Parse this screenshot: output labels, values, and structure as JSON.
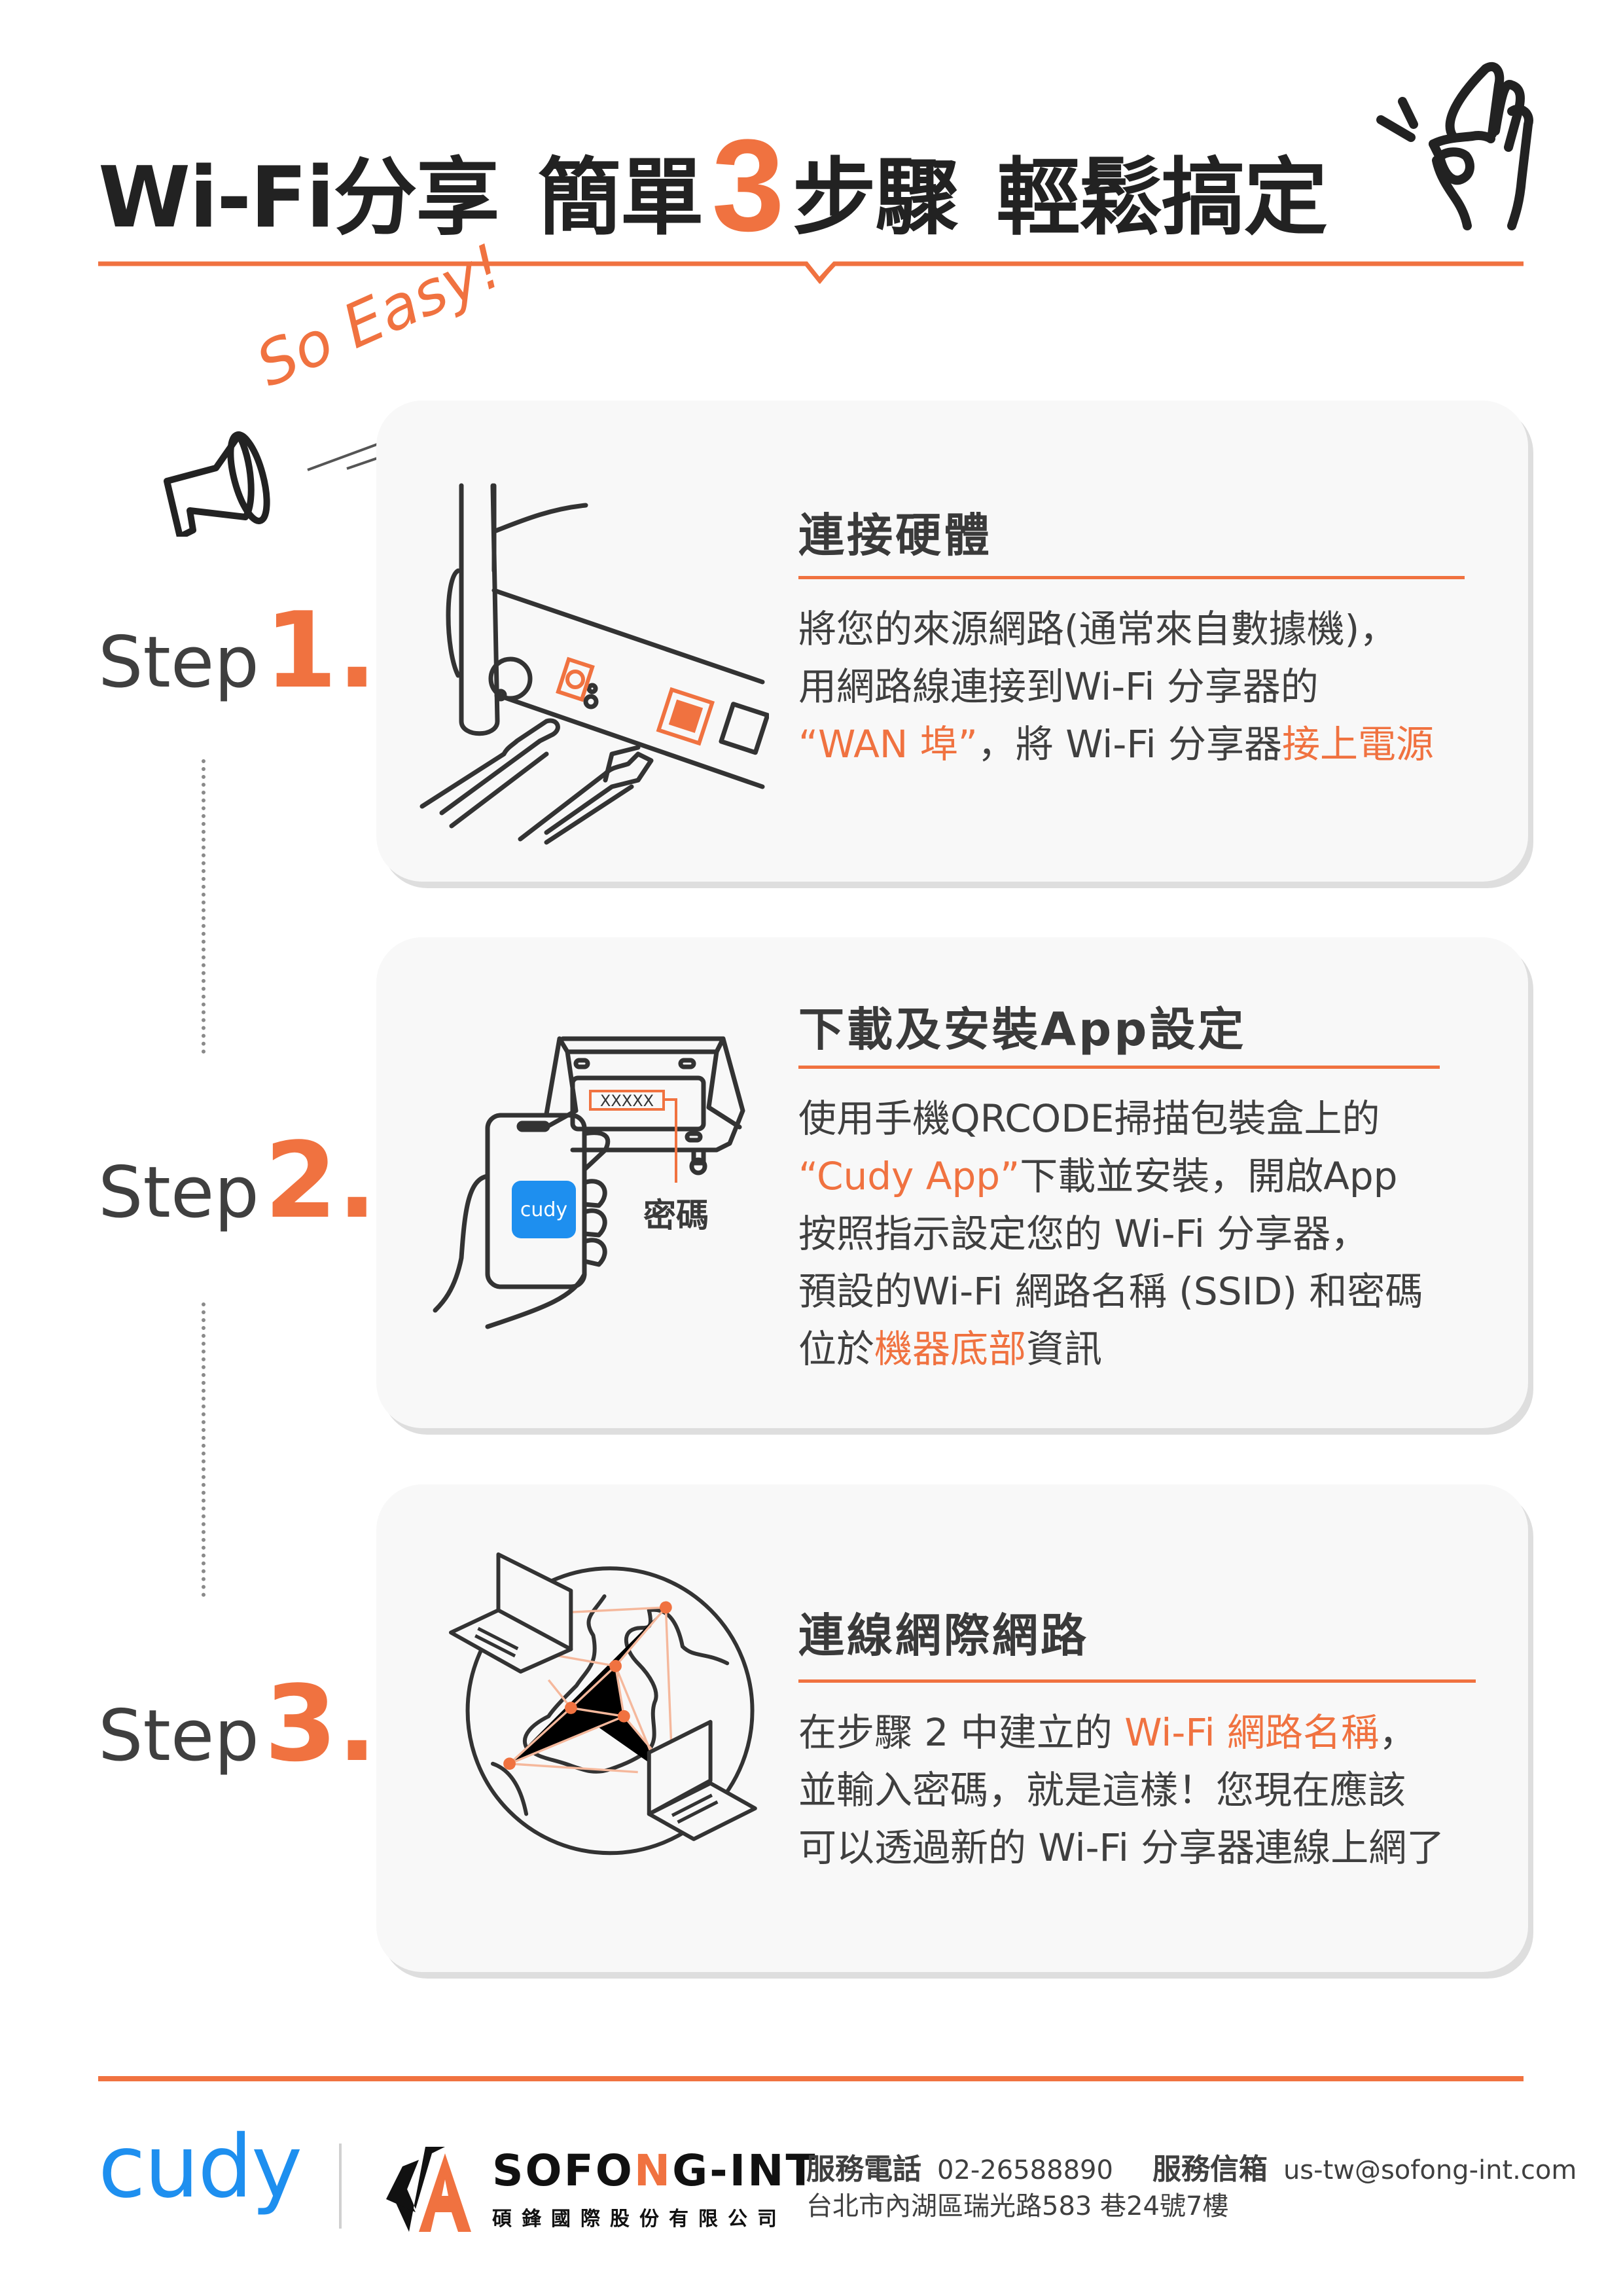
{
  "header": {
    "title_part1": "Wi-Fi分享",
    "title_part2": "簡單",
    "title_number": "3",
    "title_part3": "步驟",
    "title_part4": "輕鬆搞定",
    "icon": "ok-hand-icon"
  },
  "tagline": {
    "text": "So Easy!",
    "icon": "megaphone-icon"
  },
  "steps": [
    {
      "label_word": "Step",
      "label_number": "1.",
      "title": "連接硬體",
      "illustration": "router-ports-cables",
      "body": [
        [
          {
            "t": "將您的來源網路(通常來自數據機)，",
            "hl": false
          }
        ],
        [
          {
            "t": "用網路線連接到Wi-Fi 分享器的",
            "hl": false
          }
        ],
        [
          {
            "t": "“WAN 埠”",
            "hl": true
          },
          {
            "t": "，將 Wi-Fi 分享器",
            "hl": false
          },
          {
            "t": "接上電源",
            "hl": true
          }
        ]
      ]
    },
    {
      "label_word": "Step",
      "label_number": "2.",
      "title": "下載及安裝App設定",
      "illustration": "phone-cudy-app-router-bottom",
      "illustration_label_code": "XXXXX",
      "illustration_label_caption": "密碼",
      "phone_app_text": "cudy",
      "body": [
        [
          {
            "t": "使用手機QRCODE掃描包裝盒上的",
            "hl": false
          }
        ],
        [
          {
            "t": "“Cudy App”",
            "hl": true
          },
          {
            "t": "下載並安裝，開啟App",
            "hl": false
          }
        ],
        [
          {
            "t": "按照指示設定您的 Wi-Fi 分享器，",
            "hl": false
          }
        ],
        [
          {
            "t": "預設的Wi-Fi 網路名稱 (SSID) 和密碼",
            "hl": false
          }
        ],
        [
          {
            "t": "位於",
            "hl": false
          },
          {
            "t": "機器底部",
            "hl": true
          },
          {
            "t": "資訊",
            "hl": false
          }
        ]
      ]
    },
    {
      "label_word": "Step",
      "label_number": "3.",
      "title": "連線網際網路",
      "illustration": "globe-network-laptops",
      "body": [
        [
          {
            "t": "在步驟 2 中建立的 ",
            "hl": false
          },
          {
            "t": "Wi-Fi 網路名稱",
            "hl": true
          },
          {
            "t": "，",
            "hl": false
          }
        ],
        [
          {
            "t": "並輸入密碼，就是這樣！您現在應該",
            "hl": false
          }
        ],
        [
          {
            "t": "可以透過新的 Wi-Fi 分享器連線上網了",
            "hl": false
          }
        ]
      ]
    }
  ],
  "footer": {
    "cudy_logo": "cudy",
    "company_name_en_pre": "SOFO",
    "company_name_en_n": "N",
    "company_name_en_post": "G-INT",
    "company_name_zh": "碩鋒國際股份有限公司",
    "phone_label": "服務電話",
    "phone": "02-26588890",
    "email_label": "服務信箱",
    "email": "us-tw@sofong-int.com",
    "address": "台北市內湖區瑞光路583 巷24號7樓"
  },
  "colors": {
    "accent": "#f07240",
    "text_dark": "#222222",
    "text_body": "#3f3f3f",
    "card_bg": "#f8f8f8",
    "cudy_blue": "#1e8fef"
  }
}
